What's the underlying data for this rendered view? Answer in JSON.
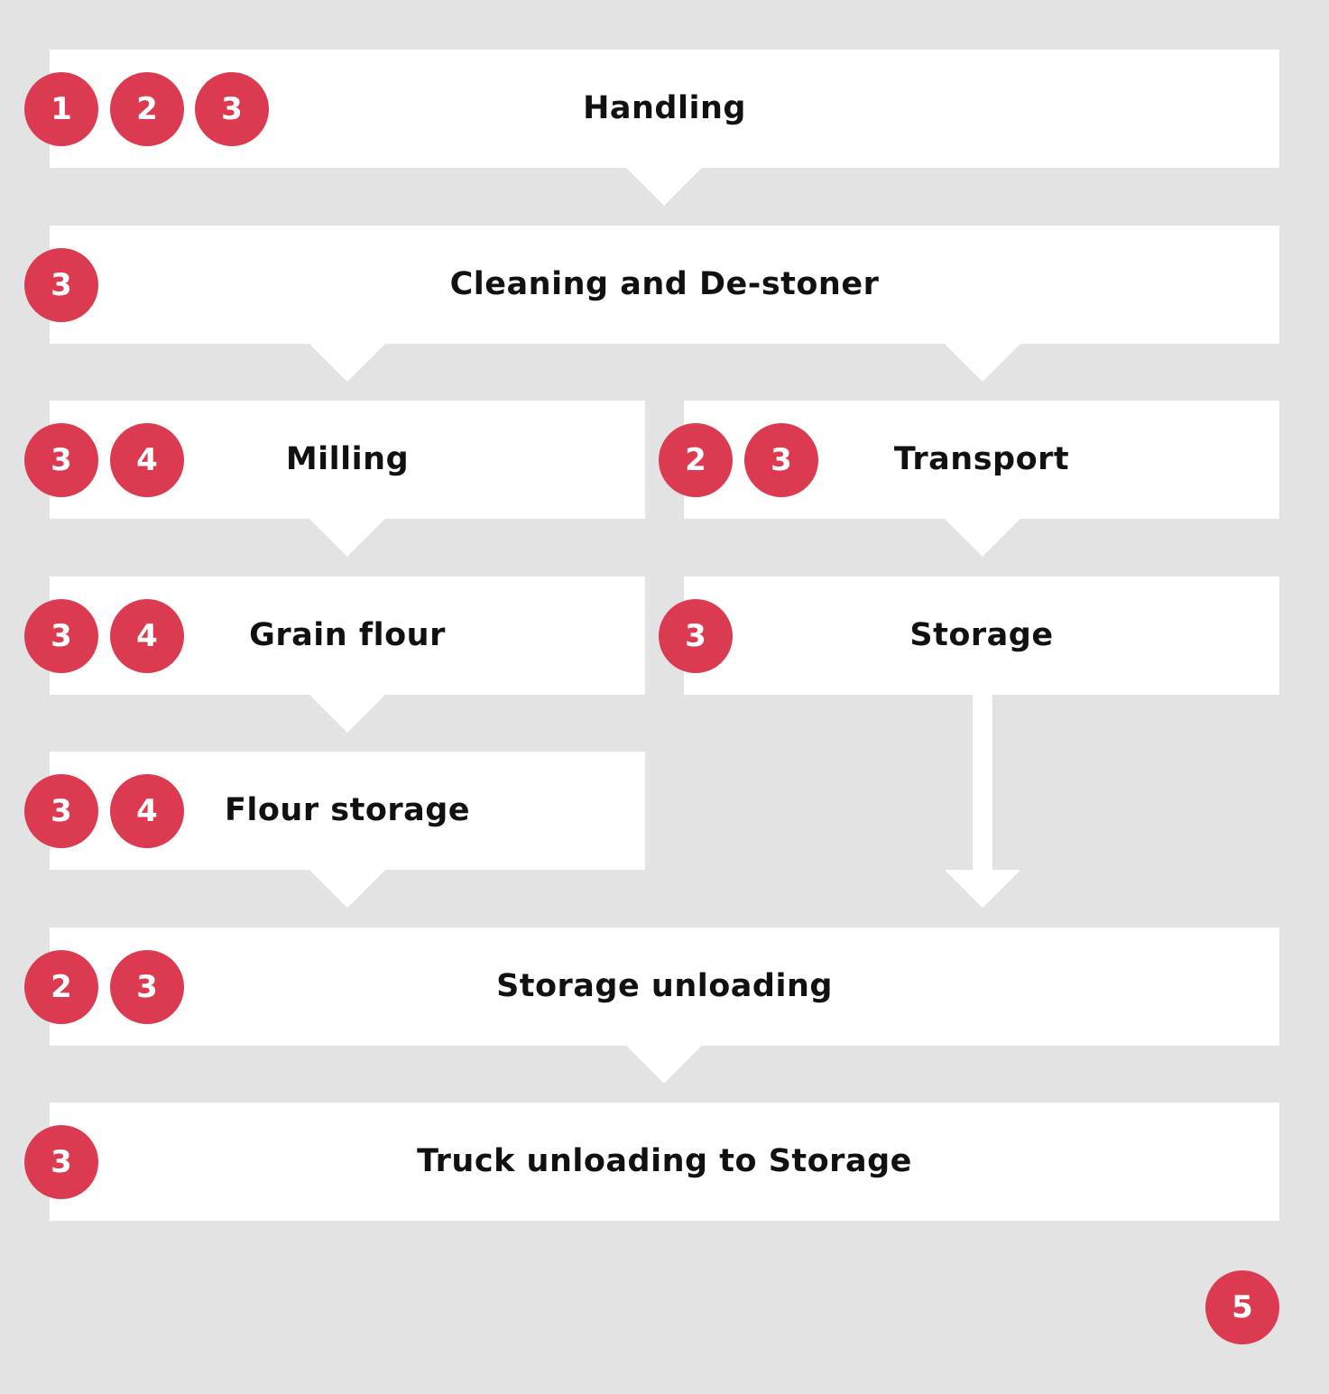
{
  "diagram": {
    "nodes": [
      {
        "id": "handling",
        "label": "Handling",
        "badges": [
          "1",
          "2",
          "3"
        ]
      },
      {
        "id": "cleaning",
        "label": "Cleaning and De-stoner",
        "badges": [
          "3"
        ]
      },
      {
        "id": "milling",
        "label": "Milling",
        "badges": [
          "3",
          "4"
        ]
      },
      {
        "id": "transport",
        "label": "Transport",
        "badges": [
          "2",
          "3"
        ]
      },
      {
        "id": "grain-flour",
        "label": "Grain flour",
        "badges": [
          "3",
          "4"
        ]
      },
      {
        "id": "storage",
        "label": "Storage",
        "badges": [
          "3"
        ]
      },
      {
        "id": "flour-storage",
        "label": "Flour storage",
        "badges": [
          "3",
          "4"
        ]
      },
      {
        "id": "storage-unloading",
        "label": "Storage unloading",
        "badges": [
          "2",
          "3"
        ]
      },
      {
        "id": "truck-unloading",
        "label": "Truck unloading to Storage",
        "badges": [
          "3"
        ]
      }
    ],
    "edges": [
      {
        "from": "handling",
        "to": "cleaning"
      },
      {
        "from": "cleaning",
        "to": "milling"
      },
      {
        "from": "cleaning",
        "to": "transport"
      },
      {
        "from": "milling",
        "to": "grain-flour"
      },
      {
        "from": "transport",
        "to": "storage"
      },
      {
        "from": "grain-flour",
        "to": "flour-storage"
      },
      {
        "from": "storage",
        "to": "storage-unloading"
      },
      {
        "from": "flour-storage",
        "to": "storage-unloading"
      },
      {
        "from": "storage-unloading",
        "to": "truck-unloading"
      }
    ],
    "corner_badge": "5",
    "colors": {
      "background": "#e3e3e3",
      "box": "#ffffff",
      "badge": "#dc3a50",
      "badge_text": "#ffffff",
      "text": "#111111"
    }
  }
}
